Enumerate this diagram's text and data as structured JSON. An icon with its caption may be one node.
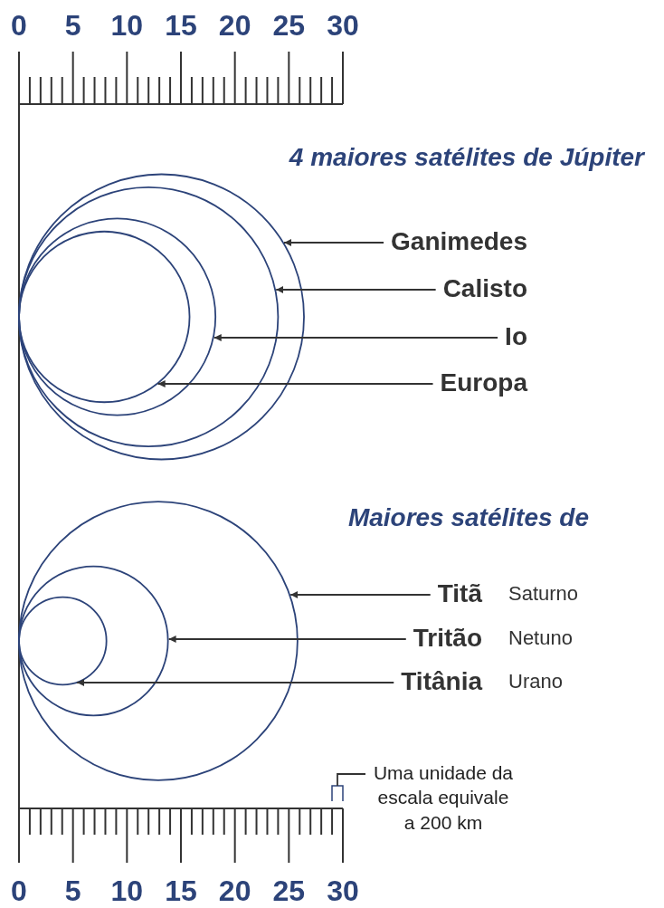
{
  "diagram": {
    "nodes": [
      {
        "text": [
          "Ganimedes"
        ]
      },
      {
        "text": [
          "Calisto"
        ]
      },
      {
        "text": [
          "Io"
        ]
      },
      {
        "text": [
          "Europa"
        ]
      },
      {
        "text": [],
        "shape": "circle"
      },
      {
        "text": [],
        "shape": "circle",
        "in": 4
      },
      {
        "text": [],
        "shape": "circle",
        "in": 5
      },
      {
        "text": [],
        "shape": "circle",
        "in": 6
      },
      {
        "text": [
          "Titã"
        ],
        "beside": [
          "Saturno"
        ]
      },
      {
        "text": [
          "Tritão"
        ],
        "beside": [
          "Netuno"
        ]
      },
      {
        "text": [
          "Titânia"
        ],
        "beside": [
          "Urano"
        ]
      },
      {
        "text": [],
        "shape": "circle"
      },
      {
        "text": [],
        "shape": "circle",
        "in": 11
      },
      {
        "text": [],
        "shape": "circle",
        "in": 12
      },
      {
        "text": [
          "Uma unidade da escala equivale a 200 km"
        ]
      },
      {
        "text": [],
        "shape": "bracket"
      }
    ],
    "edges": [
      {
        "from": 0,
        "to": 4,
        "arrow": "to"
      },
      {
        "from": 1,
        "to": 5,
        "arrow": "to"
      },
      {
        "from": 2,
        "to": 6,
        "arrow": "to"
      },
      {
        "from": 3,
        "to": 7,
        "arrow": "to"
      },
      {
        "from": 8,
        "to": 11,
        "arrow": "to"
      },
      {
        "from": 9,
        "to": 12,
        "arrow": "to"
      },
      {
        "from": 10,
        "to": 13,
        "arrow": "to"
      },
      {
        "from": 14,
        "to": 15,
        "arrow": "none"
      }
    ],
    "labels": [
      "0",
      "5",
      "10",
      "15",
      "20",
      "25",
      "30",
      "4 maiores satélites de Júpiter",
      "Maiores satélites de",
      "0",
      "5",
      "10",
      "15",
      "20",
      "25",
      "30"
    ]
  }
}
